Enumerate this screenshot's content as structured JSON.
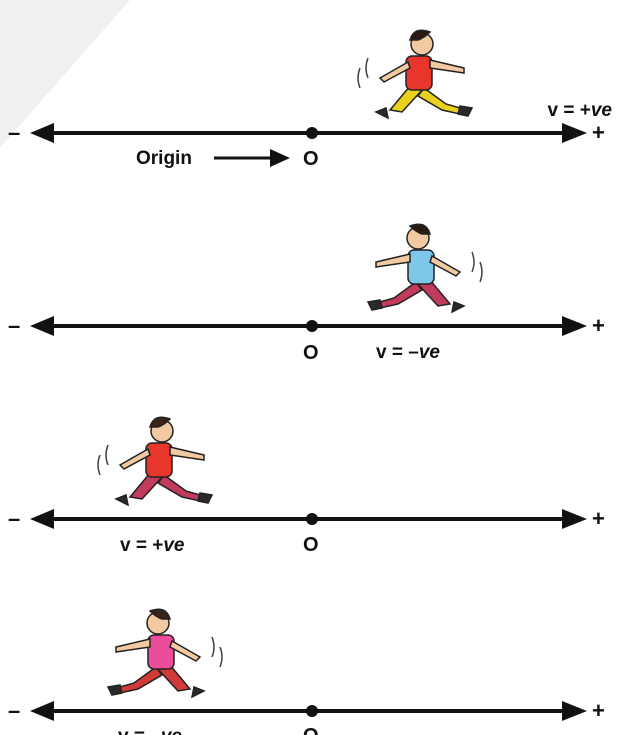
{
  "panels": [
    {
      "id": "p1",
      "minus_label": "–",
      "plus_label": "+",
      "origin_label": "O",
      "velocity_prefix": "v = ",
      "velocity_sign": "+",
      "velocity_unit": "ve",
      "runner_direction": "right",
      "runner_colors": {
        "shirt": "#e8362c",
        "pants": "#e8d21c",
        "skin": "#f2c9a0",
        "hair": "#2a1a12"
      }
    },
    {
      "id": "p2",
      "minus_label": "–",
      "plus_label": "+",
      "origin_label": "O",
      "velocity_prefix": "v = ",
      "velocity_sign": "–",
      "velocity_unit": "ve",
      "runner_direction": "left",
      "runner_colors": {
        "shirt": "#7cc7ea",
        "pants": "#c23a5c",
        "skin": "#f2c9a0",
        "hair": "#2a1a12"
      }
    },
    {
      "id": "p3",
      "minus_label": "–",
      "plus_label": "+",
      "origin_label": "O",
      "velocity_prefix": "v = ",
      "velocity_sign": "+",
      "velocity_unit": "ve",
      "runner_direction": "right",
      "runner_colors": {
        "shirt": "#e8362c",
        "pants": "#c23a5c",
        "skin": "#f2c9a0",
        "hair": "#3a2418"
      }
    },
    {
      "id": "p4",
      "minus_label": "–",
      "plus_label": "+",
      "origin_label": "O",
      "velocity_prefix": "v = ",
      "velocity_sign": "–",
      "velocity_unit": "ve",
      "runner_direction": "left",
      "runner_colors": {
        "shirt": "#ec4d9a",
        "pants": "#d23a3a",
        "skin": "#f2c9a0",
        "hair": "#3a2418"
      }
    }
  ],
  "origin_pointer_label": "Origin",
  "colors": {
    "axis": "#111111",
    "watermark": "#dcdcdc"
  }
}
